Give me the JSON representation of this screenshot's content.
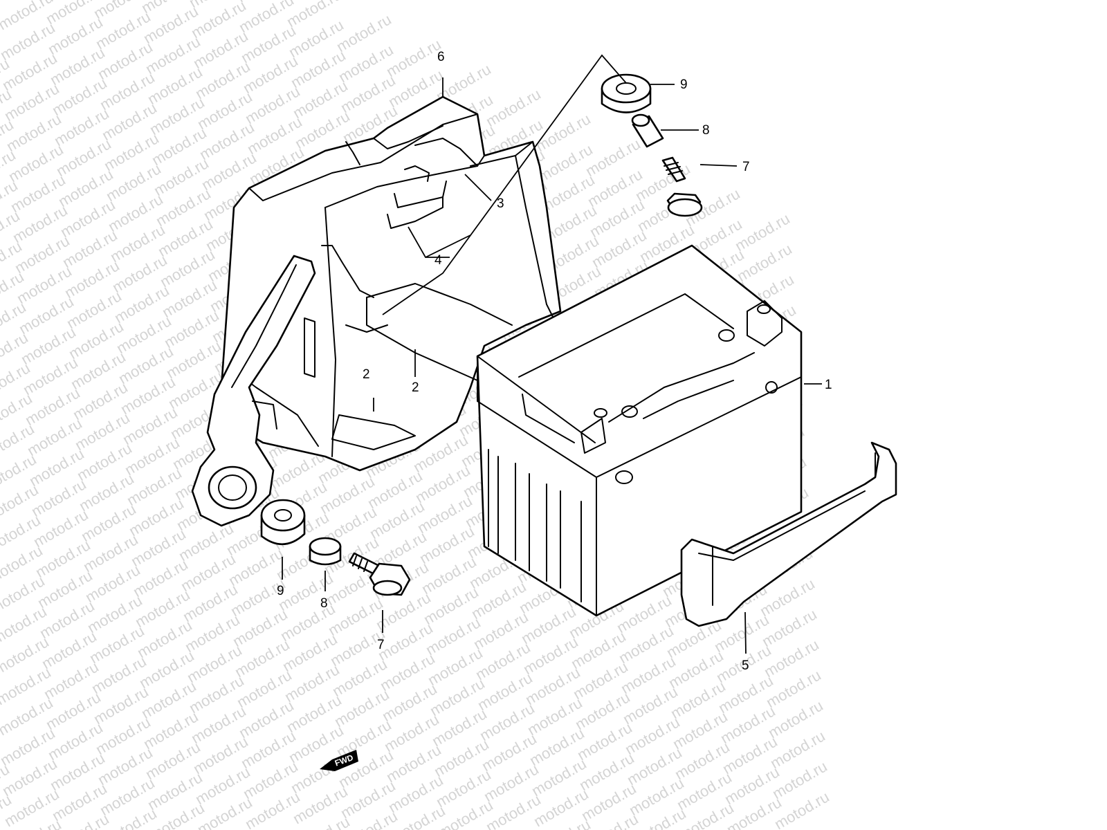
{
  "watermark": {
    "text": "motod.ru"
  },
  "callouts": [
    {
      "id": "battery",
      "number": "1"
    },
    {
      "id": "pad-a",
      "number": "2"
    },
    {
      "id": "pad-b",
      "number": "2"
    },
    {
      "id": "cushion",
      "number": "3"
    },
    {
      "id": "clips",
      "number": "4"
    },
    {
      "id": "strap",
      "number": "5"
    },
    {
      "id": "battery-case",
      "number": "6"
    },
    {
      "id": "bolt-top",
      "number": "7"
    },
    {
      "id": "bolt-bottom",
      "number": "7"
    },
    {
      "id": "collar-top",
      "number": "8"
    },
    {
      "id": "collar-bottom",
      "number": "8"
    },
    {
      "id": "grommet-top",
      "number": "9"
    },
    {
      "id": "grommet-bottom",
      "number": "9"
    }
  ],
  "direction_badge": {
    "text": "FWD"
  }
}
